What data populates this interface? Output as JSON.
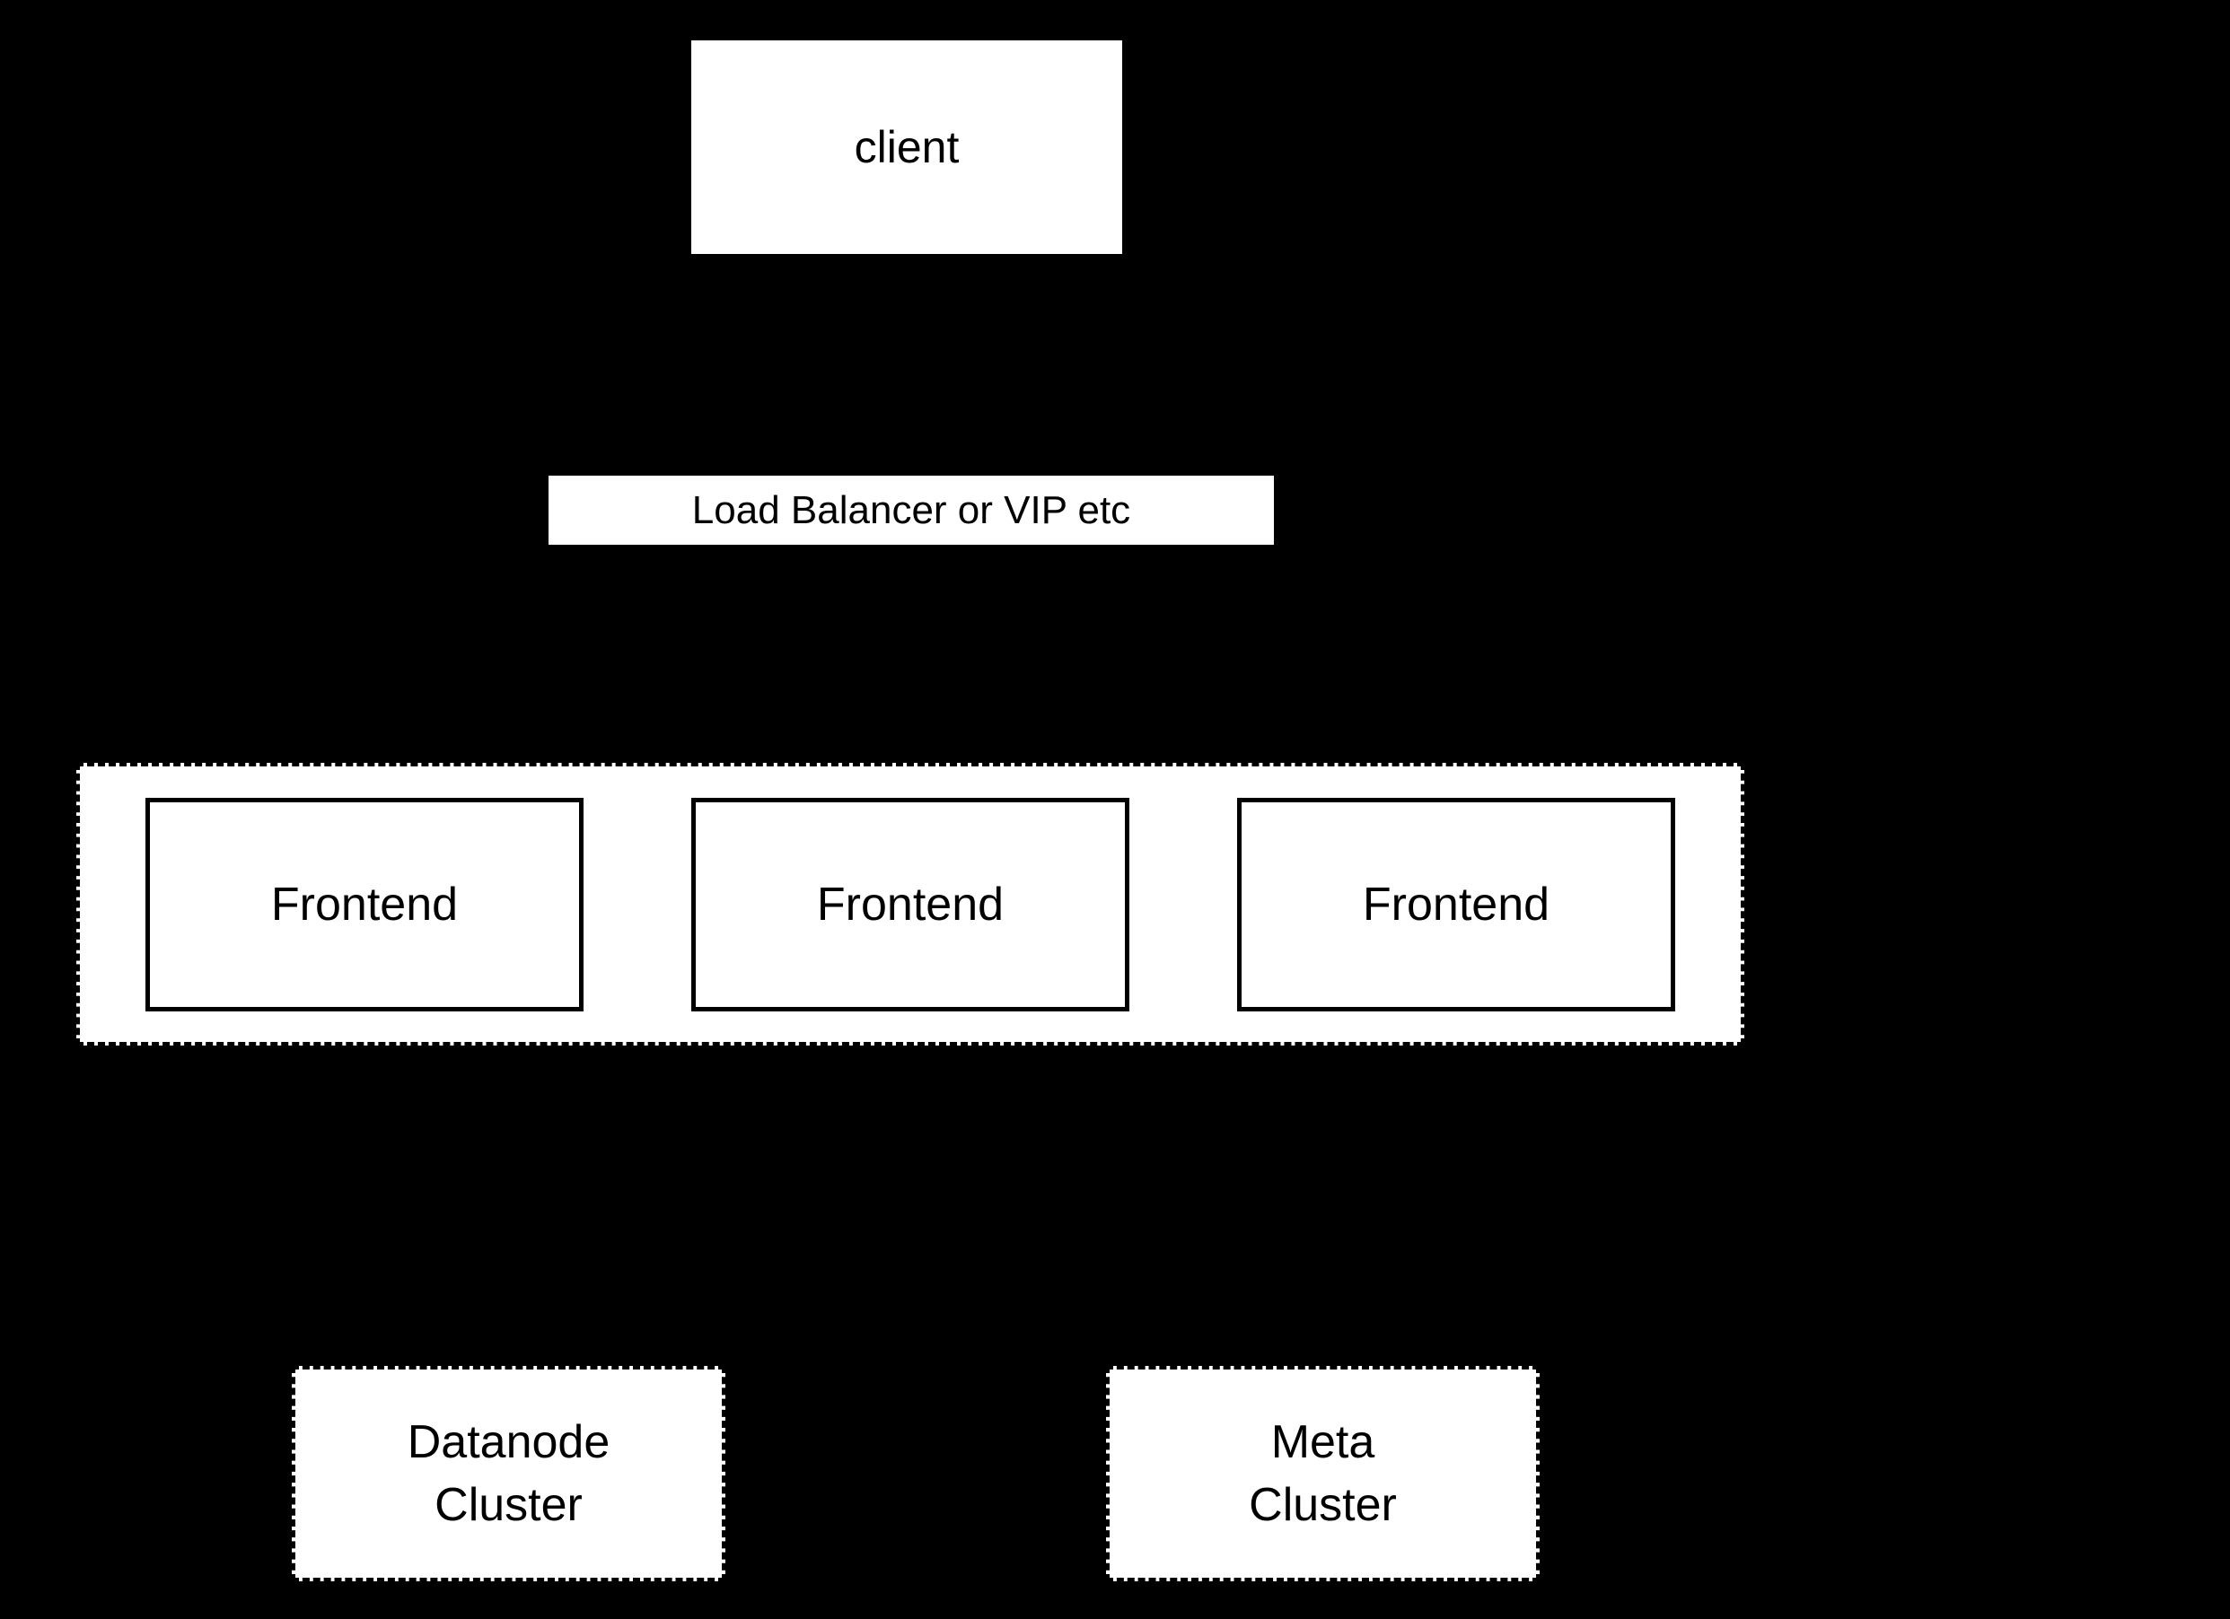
{
  "diagram": {
    "colors": {
      "background": "#000000",
      "node_fill": "#ffffff",
      "border": "#000000",
      "text": "#000000"
    },
    "client": {
      "label": "client"
    },
    "load_balancer": {
      "label": "Load Balancer or VIP etc"
    },
    "frontend_cluster": {
      "nodes": [
        {
          "label": "Frontend"
        },
        {
          "label": "Frontend"
        },
        {
          "label": "Frontend"
        }
      ]
    },
    "datanode_cluster": {
      "lines": [
        "Datanode",
        "Cluster"
      ]
    },
    "meta_cluster": {
      "lines": [
        "Meta",
        "Cluster"
      ]
    }
  }
}
